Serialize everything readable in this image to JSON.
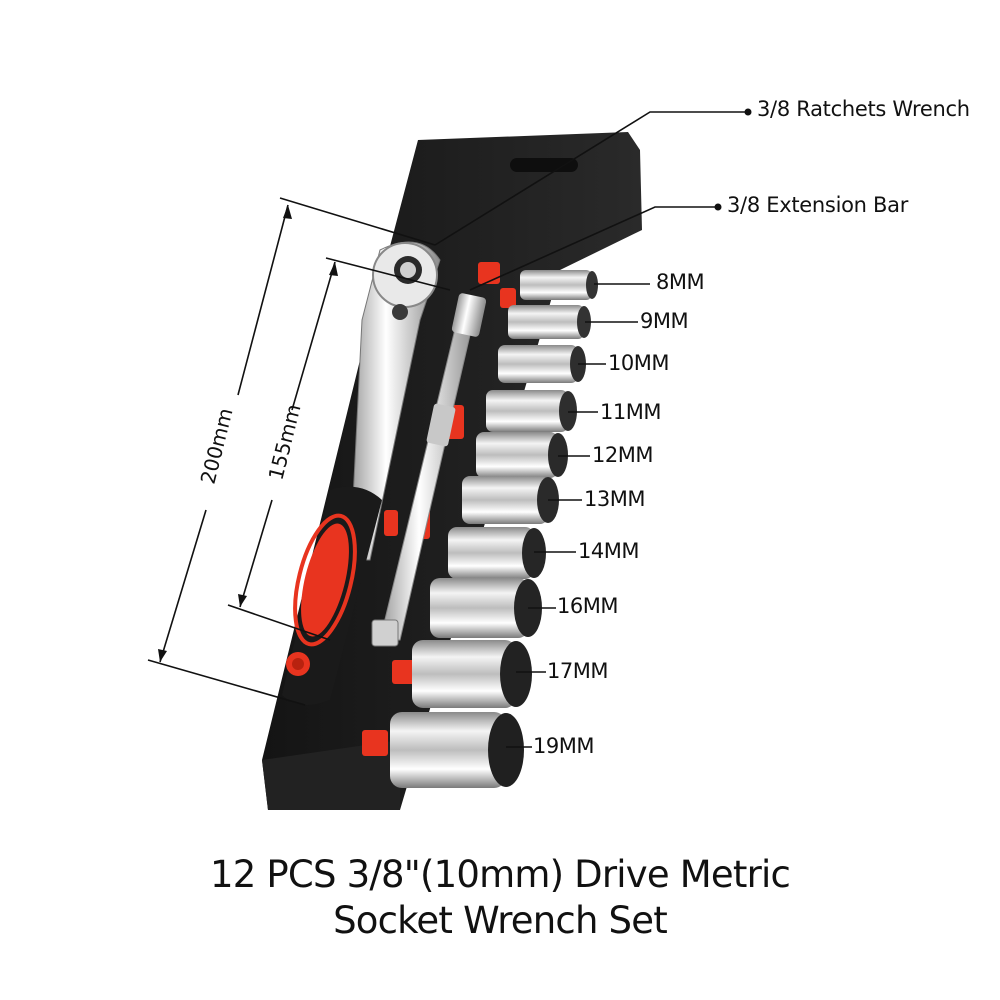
{
  "callouts": {
    "ratchet": "3/8 Ratchets Wrench",
    "extension": "3/8 Extension Bar"
  },
  "dimensions": {
    "overall": "200mm",
    "handle": "155mm"
  },
  "sockets": [
    {
      "label": "8MM"
    },
    {
      "label": "9MM"
    },
    {
      "label": "10MM"
    },
    {
      "label": "11MM"
    },
    {
      "label": "12MM"
    },
    {
      "label": "13MM"
    },
    {
      "label": "14MM"
    },
    {
      "label": "16MM"
    },
    {
      "label": "17MM"
    },
    {
      "label": "19MM"
    }
  ],
  "title": {
    "line1": "12 PCS 3/8\"(10mm) Drive Metric",
    "line2": "Socket Wrench Set"
  },
  "colors": {
    "tray": "#1c1c1c",
    "accent_red": "#e8341f",
    "chrome": "#d9d9d9"
  }
}
